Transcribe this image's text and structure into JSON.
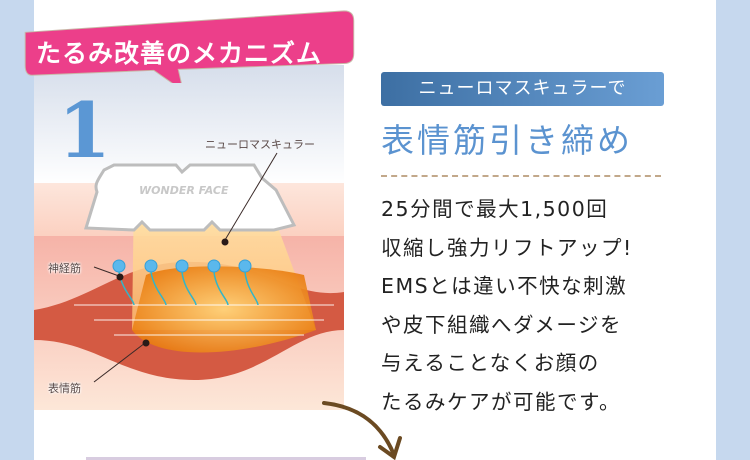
{
  "banner": {
    "title": "たるみ改善のメカニズム"
  },
  "step_number": "1",
  "illustration": {
    "device_label": "ニューロマスキュラー",
    "device_brand": "WONDER FACE",
    "nerve_label": "神経筋",
    "muscle_label": "表情筋"
  },
  "content": {
    "badge": "ニューロマスキュラーで",
    "heading": "表情筋引き締め",
    "body_lines": [
      "25分間で最大1,500回",
      "収縮し強力リフトアップ!",
      "EMSとは違い不快な刺激",
      "や皮下組織へダメージを",
      "与えることなくお顔の",
      "たるみケアが可能です。"
    ]
  },
  "colors": {
    "accent_pink": "#ec3f8a",
    "heading_blue": "#5b93d0",
    "side_blue": "#c6d8ee"
  }
}
